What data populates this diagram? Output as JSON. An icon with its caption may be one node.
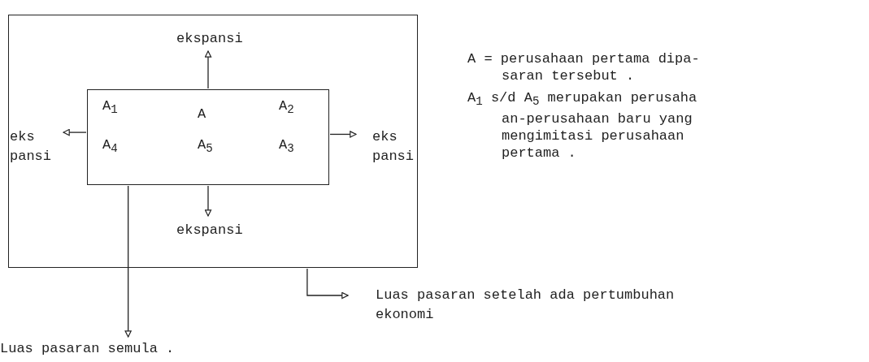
{
  "diagram": {
    "nodes": [
      {
        "text": [],
        "shape": "box"
      },
      {
        "text": [
          "A$_{1}$",
          "A",
          "A$_{2}$",
          "A$_{4}$",
          "A$_{5}$",
          "A$_{3}$"
        ],
        "in": 0
      },
      {
        "text": [
          "ekspansi"
        ],
        "in": 0
      },
      {
        "text": [
          "eks pansi"
        ],
        "in": 0
      },
      {
        "text": [
          "eks pansi"
        ],
        "in": 0
      },
      {
        "text": [
          "ekspansi"
        ],
        "in": 0
      },
      {
        "text": [
          "Luas pasaran semula ."
        ]
      },
      {
        "text": [
          "Luas pasaran setelah ada pertumbuhan ekonomi"
        ]
      }
    ],
    "edges": [
      {
        "from": 1,
        "to": 2,
        "arrow": "to"
      },
      {
        "from": 1,
        "to": 3,
        "arrow": "to"
      },
      {
        "from": 1,
        "to": 4,
        "arrow": "to"
      },
      {
        "from": 1,
        "to": 5,
        "arrow": "to"
      },
      {
        "from": 1,
        "to": 6,
        "arrow": "to"
      },
      {
        "from": 0,
        "to": 7,
        "arrow": "to"
      }
    ],
    "labels": [
      "A = perusahaan pertama dipa- saran tersebut .",
      "A$_{1}$ s/d A$_{5}$ merupakan perusaha an-perusahaan baru yang mengimitasi perusahaan pertama ."
    ]
  }
}
